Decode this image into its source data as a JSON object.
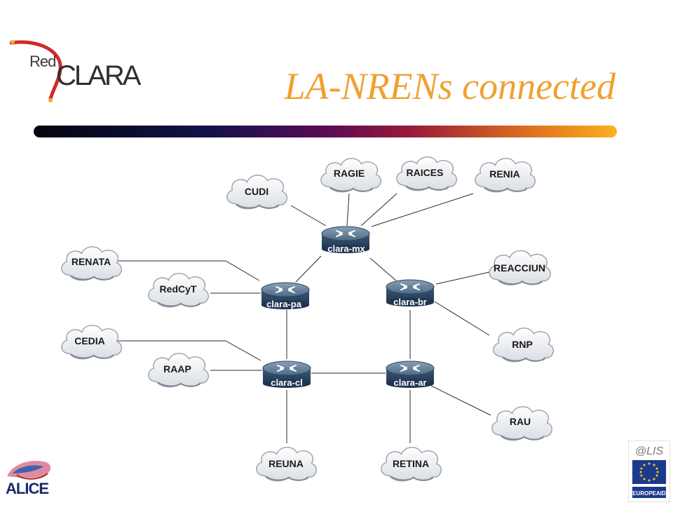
{
  "header": {
    "logo_small": "Red",
    "logo_main": "CLARA",
    "title": "LA-NRENs connected"
  },
  "routers": [
    {
      "id": "mx",
      "label": "clara-mx"
    },
    {
      "id": "pa",
      "label": "clara-pa"
    },
    {
      "id": "br",
      "label": "clara-br"
    },
    {
      "id": "cl",
      "label": "clara-cl"
    },
    {
      "id": "ar",
      "label": "clara-ar"
    }
  ],
  "clouds": [
    {
      "id": "cudi",
      "label": "CUDI"
    },
    {
      "id": "ragie",
      "label": "RAGIE"
    },
    {
      "id": "raices",
      "label": "RAICES"
    },
    {
      "id": "renia",
      "label": "RENIA"
    },
    {
      "id": "renata",
      "label": "RENATA"
    },
    {
      "id": "redcyt",
      "label": "RedCyT"
    },
    {
      "id": "reacciun",
      "label": "REACCIUN"
    },
    {
      "id": "cedia",
      "label": "CEDIA"
    },
    {
      "id": "raap",
      "label": "RAAP"
    },
    {
      "id": "rnp",
      "label": "RNP"
    },
    {
      "id": "rau",
      "label": "RAU"
    },
    {
      "id": "reuna",
      "label": "REUNA"
    },
    {
      "id": "retina",
      "label": "RETINA"
    }
  ],
  "footer": {
    "left_logo": "ALICE",
    "right_logo_top": "@LIS",
    "right_logo_bottom": "EUROPEAID"
  }
}
